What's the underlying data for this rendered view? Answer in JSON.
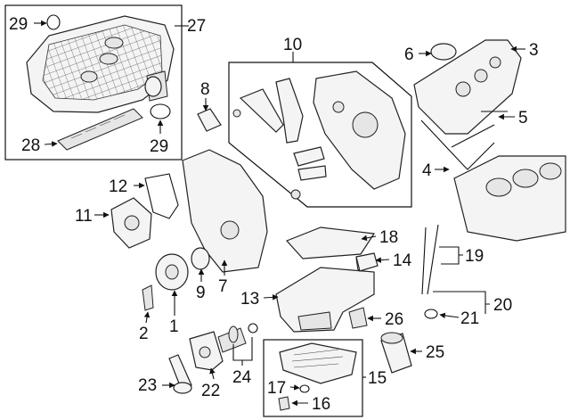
{
  "labels": {
    "n1": "1",
    "n2": "2",
    "n3": "3",
    "n4": "4",
    "n5": "5",
    "n6": "6",
    "n7": "7",
    "n8": "8",
    "n9": "9",
    "n10": "10",
    "n11": "11",
    "n12": "12",
    "n13": "13",
    "n14": "14",
    "n15": "15",
    "n16": "16",
    "n17": "17",
    "n18": "18",
    "n19": "19",
    "n20": "20",
    "n21": "21",
    "n22": "22",
    "n23": "23",
    "n24": "24",
    "n25": "25",
    "n26": "26",
    "n27": "27",
    "n28": "28",
    "n29a": "29",
    "n29b": "29"
  }
}
